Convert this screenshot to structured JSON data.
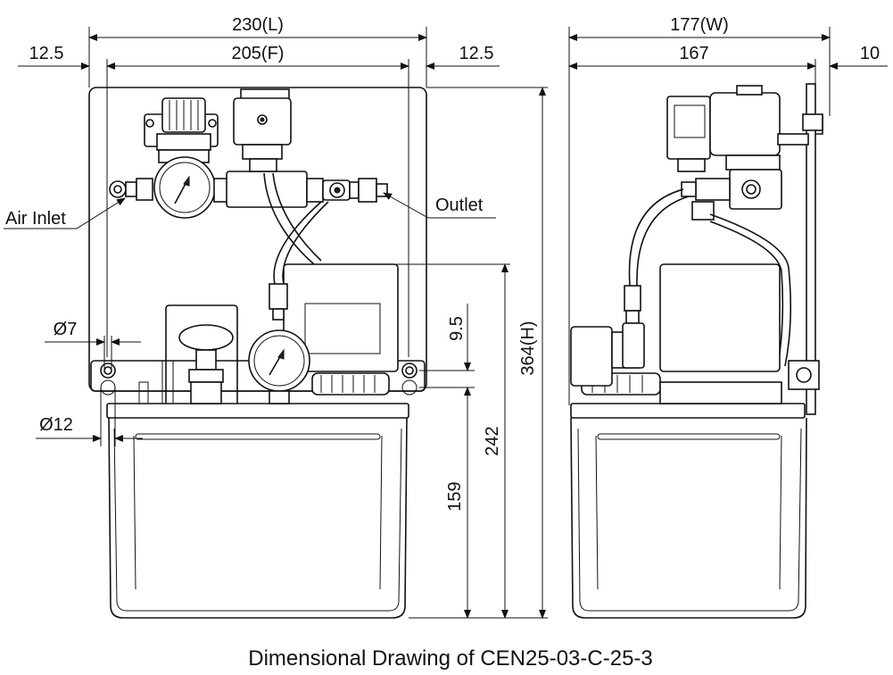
{
  "dimensions": {
    "length": "230(L)",
    "front": "205(F)",
    "margin_left": "12.5",
    "margin_right": "12.5",
    "width": "177(W)",
    "width_inner": "167",
    "flange": "10",
    "hole_small": "Ø7",
    "hole_large": "Ø12",
    "gap": "9.5",
    "height": "364(H)",
    "tank_height": "242",
    "bracket_height": "159"
  },
  "labels": {
    "air_inlet": "Air Inlet",
    "outlet": "Outlet"
  },
  "caption": "Dimensional Drawing of CEN25-03-C-25-3"
}
